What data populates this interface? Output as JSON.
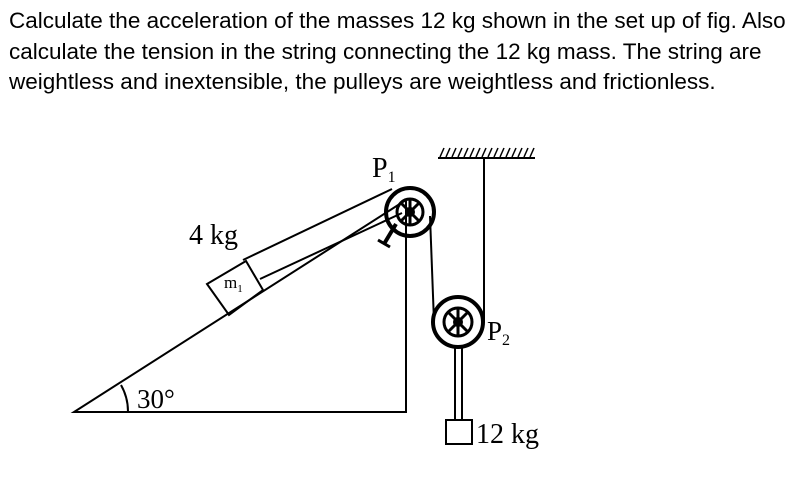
{
  "question": {
    "text": "Calculate the acceleration of the masses 12 kg shown in the set up of fig. Also calculate the tension in the string connecting the 12 kg mass. The string are weightless and inextensible, the pulleys are weightless and frictionless."
  },
  "diagram": {
    "pulley1_label": "P",
    "pulley1_sub": "1",
    "pulley2_label": "P",
    "pulley2_sub": "2",
    "mass1_value": "4 kg",
    "mass1_symbol": "m",
    "mass1_sub": "1",
    "angle_label": "30°",
    "mass2_value": "12 kg"
  }
}
